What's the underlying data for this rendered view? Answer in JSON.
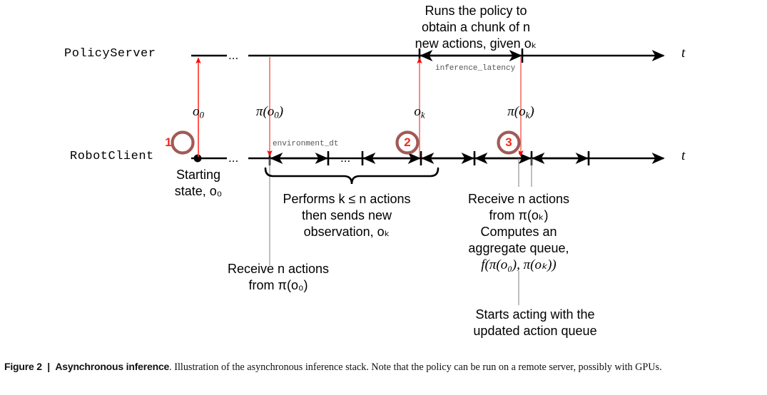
{
  "figure": {
    "caption_label": "Figure 2",
    "caption_sep": "|",
    "caption_title": "Asynchronous inference",
    "caption_body": ". Illustration of the asynchronous inference stack. Note that the policy can be run on a remote server, possibly with GPUs."
  },
  "lanes": [
    {
      "name": "policy-server",
      "label": "PolicyServer",
      "axis_label": "t",
      "ellipsis": "..."
    },
    {
      "name": "robot-client",
      "label": "RobotClient",
      "axis_label": "t",
      "ellipsis": "..."
    }
  ],
  "badges": [
    {
      "id": "1",
      "text": "1"
    },
    {
      "id": "2",
      "text": "2"
    },
    {
      "id": "3",
      "text": "3"
    }
  ],
  "messages": [
    {
      "name": "obs-0",
      "label_html": "o<sub>0</sub>",
      "direction": "up"
    },
    {
      "name": "policy-o0",
      "label_html": "π(o<sub>0</sub>)",
      "direction": "down"
    },
    {
      "name": "obs-k",
      "label_html": "o<sub>k</sub>",
      "direction": "up"
    },
    {
      "name": "policy-ok",
      "label_html": "π(o<sub>k</sub>)",
      "direction": "down"
    }
  ],
  "code_labels": {
    "environment_dt": "environment_dt",
    "inference_latency": "inference_latency"
  },
  "annotations": {
    "server_top": {
      "name": "runs-policy-note",
      "lines": [
        "Runs the policy to",
        "obtain a chunk of n",
        "new actions, given oₖ"
      ]
    },
    "starting_state": {
      "name": "starting-state-note",
      "lines": [
        "Starting",
        "state, o₀"
      ]
    },
    "performs_k": {
      "name": "performs-k-actions-note",
      "lines": [
        "Performs k ≤ n actions",
        "then sends new",
        "observation, oₖ"
      ]
    },
    "receive_n_o0": {
      "name": "receive-n-from-pi-o0-note",
      "lines": [
        "Receive n actions",
        "from π(o₀)"
      ]
    },
    "receive_n_ok": {
      "name": "receive-n-from-pi-ok-note",
      "lines": [
        "Receive n actions",
        "from π(oₖ)",
        "Computes an",
        "aggregate queue,",
        "f(π(o₀), π(oₖ))"
      ]
    },
    "starts_acting": {
      "name": "starts-acting-note",
      "lines": [
        "Starts acting with the",
        "updated action queue"
      ]
    }
  },
  "colors": {
    "accent_red": "#ff0000",
    "badge_ring": "#a15a57",
    "badge_text": "#ee2b1e",
    "arrow_red_light": "#f4766f",
    "line_black": "#000000",
    "guide_gray": "#8a8a8a"
  }
}
